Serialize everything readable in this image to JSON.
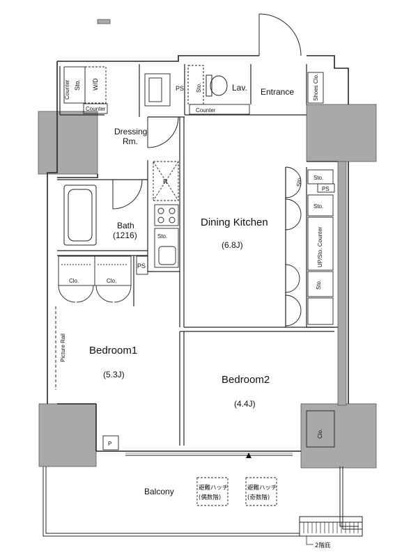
{
  "rooms": {
    "dining_kitchen": {
      "name": "Dining Kitchen",
      "size": "(6.8J)"
    },
    "bedroom1": {
      "name": "Bedroom1",
      "size": "(5.3J)"
    },
    "bedroom2": {
      "name": "Bedroom2",
      "size": "(4.4J)"
    },
    "bath": {
      "name": "Bath",
      "size": "(1216)"
    },
    "dressing": {
      "line1": "Dressing",
      "line2": "Rm."
    },
    "entrance": "Entrance",
    "lav": "Lav.",
    "balcony": "Balcony"
  },
  "fixtures": {
    "counter": "Counter",
    "sto": "Sto.",
    "wd": "W/D",
    "ps": "PS",
    "shoes_clo": "Shoes Clo.",
    "clo": "Clo.",
    "refrigerator": "R",
    "up_sto_counter": "UP/Sto. Counter",
    "picture_rail": "Picture Rail",
    "p": "P"
  },
  "hatches": {
    "even": {
      "line1": "避難ハッチ",
      "line2": "(偶数階)"
    },
    "odd": {
      "line1": "避難ハッチ",
      "line2": "(奇数階)"
    }
  },
  "note": "2階庇"
}
